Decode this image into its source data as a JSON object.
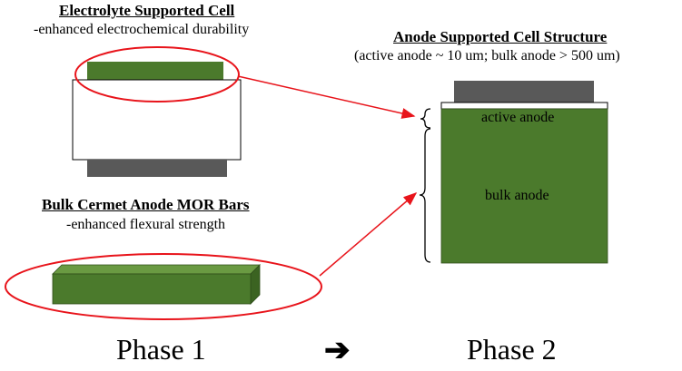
{
  "phase1": {
    "electrolyte_cell": {
      "title": "Electrolyte Supported Cell",
      "subtitle": "-enhanced electrochemical durability"
    },
    "mor_bars": {
      "title": "Bulk Cermet Anode MOR Bars",
      "subtitle": "-enhanced flexural strength"
    },
    "label": "Phase 1"
  },
  "phase2": {
    "title": "Anode Supported Cell Structure",
    "subtitle": "(active anode ~ 10 um; bulk anode > 500 um)",
    "active_anode_label": "active anode",
    "bulk_anode_label": "bulk anode",
    "label": "Phase 2"
  },
  "transition_arrow": "➔",
  "colors": {
    "anode_green": "#4b7a2c",
    "cathode_gray": "#595959",
    "highlight_red": "#e8141b"
  }
}
